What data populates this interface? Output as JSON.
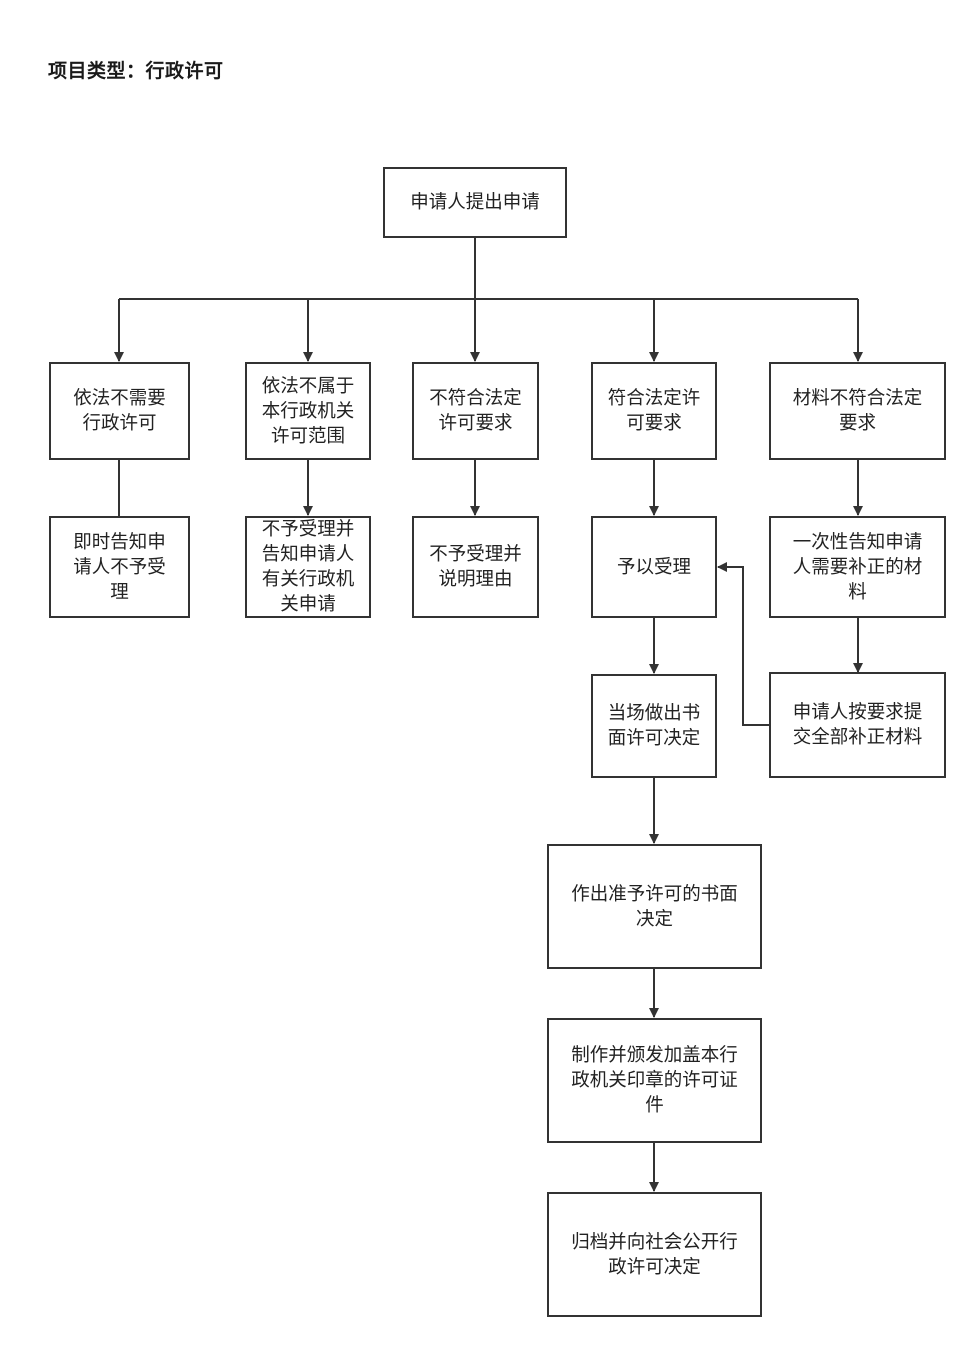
{
  "header": {
    "title": "项目类型：行政许可"
  },
  "flowchart": {
    "start": "申请人提出申请",
    "branch_1": "依法不需要行政许可",
    "branch_1_result": "即时告知申请人不予受理",
    "branch_2": "依法不属于本行政机关许可范围",
    "branch_2_result": "不予受理并告知申请人有关行政机关申请",
    "branch_3": "不符合法定许可要求",
    "branch_3_result": "不予受理并说明理由",
    "branch_4": "符合法定许可要求",
    "accept": "予以受理",
    "on_site_decision": "当场做出书面许可决定",
    "approval_decision": "作出准予许可的书面决定",
    "issue_certificate": "制作并颁发加盖本行政机关印章的许可证件",
    "archive_publish": "归档并向社会公开行政许可决定",
    "branch_5": "材料不符合法定要求",
    "notify_supplement": "一次性告知申请人需要补正的材料",
    "resubmit": "申请人按要求提交全部补正材料"
  },
  "colors": {
    "line": "#333333",
    "box_border": "#333333",
    "text": "#222222"
  }
}
